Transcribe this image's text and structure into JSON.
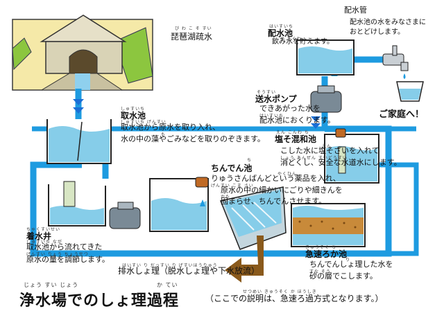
{
  "diagram": {
    "title": "浄水場でのしょ理過程",
    "title_ruby_1": "じょう すい じょう",
    "title_ruby_2": "か    てい",
    "note": "（ここでの説明は、急速ろ過方式となります。）",
    "note_ruby": "せつめい           きゅうそく か ほうしき",
    "home_label": "ご家庭へ！",
    "colors": {
      "pipe": "#1e9be0",
      "water": "#86cde9",
      "ground": "#f5e9a8",
      "drain_arrow": "#8a5a1c",
      "flow_arrow": "#1a6fd6",
      "gate": "#d8e6c4"
    }
  },
  "stages": {
    "source": {
      "name": "琵琶湖疏水",
      "ruby": "び わ こ  そ すい"
    },
    "intake_basin": {
      "name": "取水池",
      "ruby": "しゅすいち",
      "desc_1": "取水池から原水を取り入れ、",
      "desc_1_ruby": "しゅすいち       げんすい",
      "desc_2": "水の中の藻やごみなどを取りのぞきます。",
      "desc_2_ruby": "も"
    },
    "receiving_well": {
      "name": "着水井",
      "ruby": "ちゃくすいせい",
      "desc_1": "取水池から流れてきた",
      "desc_1_ruby": "しゅすいち    なが",
      "desc_2": "原水の量を調節します。",
      "desc_2_ruby": "げんすい  りょう  ちょうせつ"
    },
    "sedimentation": {
      "name": "ちんでん池",
      "ruby": "ち",
      "desc_1": "りゅうさんばんどという薬品を入れ、",
      "desc_1_ruby": "やくひん",
      "desc_2": "原水の中の細かいにごりや細きんを",
      "desc_2_ruby": "げんすい    こま         さい",
      "desc_3": "固まらせ、ちんでんさせます。",
      "desc_3_ruby": "かた"
    },
    "rapid_filter": {
      "name": "急速ろか池",
      "ruby": "きゅうそく     ち",
      "desc_1": "ちんでんしょ理した水を",
      "desc_1_ruby": "り",
      "desc_2": "砂の層でこします。",
      "desc_2_ruby": "すな  そう"
    },
    "chlorine_mixing": {
      "name": "塩そ混和池",
      "ruby": "えん   こんわ  ち",
      "desc_1": "こした水に塩そざいを入れて",
      "desc_1_ruby": "えん",
      "desc_2": "消どくし、安全な水道水にします。",
      "desc_2_ruby": "しょう     あんぜん  すいどうすい"
    },
    "pump": {
      "name": "送水ポンプ",
      "ruby": "そうすい",
      "desc_1": "できあがった水を",
      "desc_2": "配水池におくります。",
      "desc_2_ruby": "はいすいち"
    },
    "distribution_reservoir": {
      "name": "配水池",
      "ruby": "はいすいち",
      "desc": "飲み水を貯えます。",
      "desc_ruby": "の     たくわ"
    },
    "distribution_pipe": {
      "name": "配水管",
      "desc_1": "配水池の水をみなさまに",
      "desc_2": "おとどけします。"
    },
    "drainage": {
      "text": "排水しょ理（脱水しょ理や下水放流）",
      "ruby": "はいすい  り     だっすい   り   げすいほうりゅう"
    }
  }
}
